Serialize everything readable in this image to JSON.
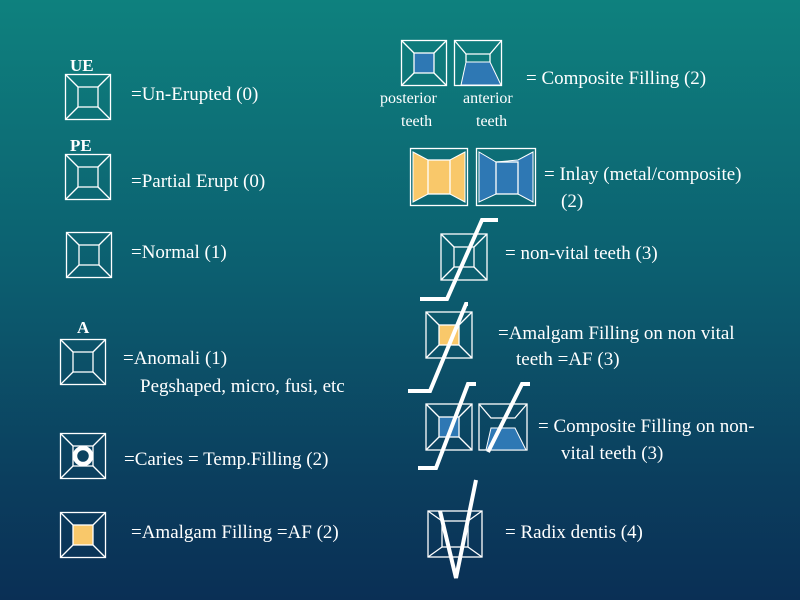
{
  "legend_left": {
    "unerupted": {
      "code": "UE",
      "label": "=Un-Erupted (0)"
    },
    "partial": {
      "code": "PE",
      "label": "=Partial Erupt (0)"
    },
    "normal": {
      "label": "=Normal (1)"
    },
    "anomali": {
      "code": "A",
      "label": "=Anomali (1)",
      "sublabel": "Pegshaped, micro, fusi, etc"
    },
    "caries": {
      "label": "=Caries = Temp.Filling (2)"
    },
    "amalgam": {
      "label": "=Amalgam Filling =AF (2)"
    }
  },
  "legend_right": {
    "composite": {
      "label": "= Composite Filling (2)",
      "posterior": "posterior",
      "anterior": "anterior",
      "teeth": "teeth"
    },
    "inlay": {
      "label_line1": "= Inlay (metal/composite)",
      "label_line2": "(2)"
    },
    "nonvital": {
      "label": "= non-vital teeth (3)"
    },
    "amalgam_nonvital": {
      "label_line1": "=Amalgam Filling on non vital",
      "label_line2": "teeth =AF (3)"
    },
    "composite_nonvital": {
      "label_line1": "= Composite Filling on non-",
      "label_line2": "vital teeth  (3)"
    },
    "radix": {
      "label": "= Radix dentis (4)"
    }
  },
  "colors": {
    "amalgam_fill": "#f9c86a",
    "composite_fill": "#2e78b4",
    "caries_ring": "#ffffff"
  }
}
